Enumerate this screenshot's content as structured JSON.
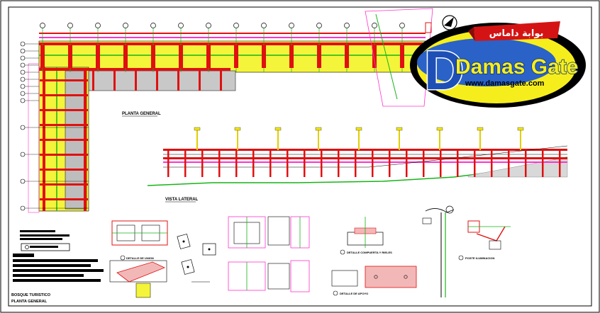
{
  "drawing": {
    "title_plan": "PLANTA GENERAL",
    "title_elevation": "VISTA LATERAL",
    "detail_labels": [
      "DETALLE DE UNION",
      "DETALLE COMPUERTA Y RIELES",
      "DETALLE DE APOYO",
      "POSTE ILUMINACION"
    ],
    "title_block": {
      "line1": "BOSQUE TURISTICO",
      "line2": "PLANTA GENERAL"
    }
  },
  "watermark": {
    "arabic": "بوابة داماس",
    "brand": "Damas Gate",
    "url": "www.damasgate.com"
  }
}
